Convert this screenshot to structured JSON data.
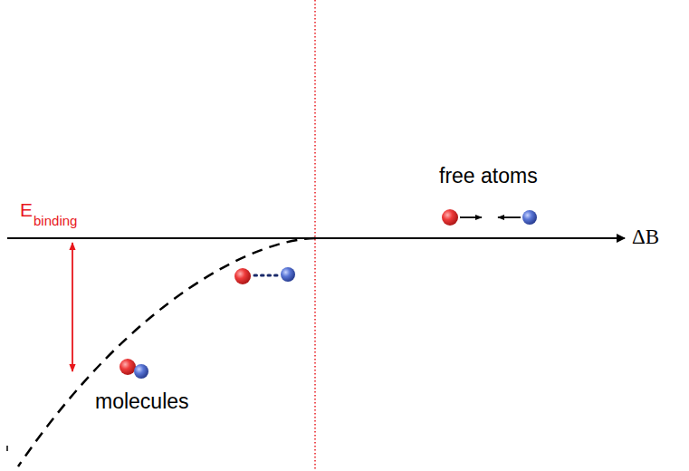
{
  "diagram": {
    "labels": [
      "free atoms",
      "ΔB",
      "E",
      "binding",
      "molecules"
    ]
  }
}
